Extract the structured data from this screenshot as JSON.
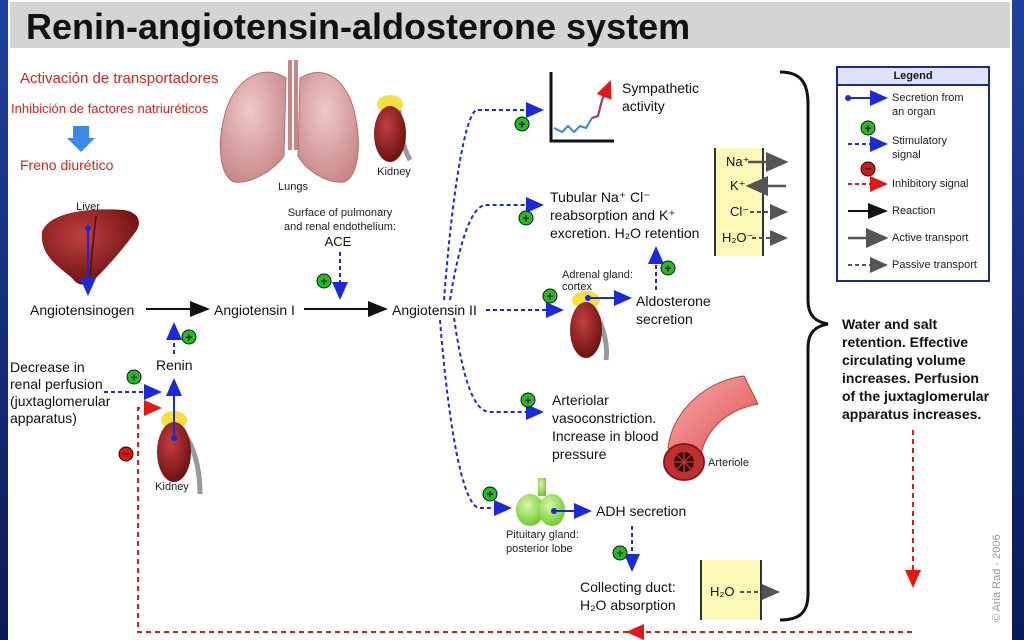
{
  "title": "Renin-angiotensin-aldosterone system",
  "spanish_notes": [
    "Activación de transportadores",
    "Inhibición de factores natriuréticos",
    "Freno diurético"
  ],
  "organs": {
    "lungs": "Lungs",
    "kidney_top": "Kidney",
    "liver": "Liver",
    "kidney_bottom": "Kidney",
    "adrenal": [
      "Adrenal gland:",
      "cortex"
    ],
    "pituitary": [
      "Pituitary gland:",
      "posterior lobe"
    ],
    "arteriole": "Arteriole"
  },
  "pathway": {
    "angiotensinogen": "Angiotensinogen",
    "angiotensin1": "Angiotensin I",
    "angiotensin2": "Angiotensin II",
    "renin": "Renin",
    "ace_note": [
      "Surface of pulmonary",
      "and renal endothelium:"
    ],
    "ace": "ACE",
    "trigger": [
      "Decrease in",
      "renal perfusion",
      "(juxtaglomerular",
      "apparatus)"
    ]
  },
  "effects": {
    "sympathetic": [
      "Sympathetic",
      "activity"
    ],
    "tubular": [
      "Tubular Na⁺ Cl⁻",
      "reabsorption and K⁺",
      "excretion. H₂O retention"
    ],
    "aldosterone": [
      "Aldosterone",
      "secretion"
    ],
    "arteriolar": [
      "Arteriolar",
      "vasoconstriction.",
      "Increase in blood",
      "pressure"
    ],
    "adh": "ADH secretion",
    "collecting": [
      "Collecting duct:",
      "H₂O absorption"
    ]
  },
  "ions": [
    "Na⁺",
    "K⁺",
    "Cl⁻",
    "H₂O⁻"
  ],
  "h2o_box": "H₂O",
  "outcome": [
    "Water and salt",
    "retention. Effective",
    "circulating volume",
    "increases. Perfusion",
    "of the juxtaglomerular",
    "apparatus increases."
  ],
  "legend": {
    "title": "Legend",
    "items": [
      [
        "Secretion from",
        "an organ"
      ],
      [
        "Stimulatory",
        "signal"
      ],
      [
        "Inhibitory signal"
      ],
      [
        "Reaction"
      ],
      [
        "Active transport"
      ],
      [
        "Passive transport"
      ]
    ]
  },
  "copyright": "© Aria Rad - 2006",
  "colors": {
    "blue": "#1a2ad8",
    "red": "#e01818",
    "green": "#1ec01e",
    "organ": "#8c1a1a",
    "lung": "#d8a0a0",
    "ion_box": "#fdfab8"
  }
}
